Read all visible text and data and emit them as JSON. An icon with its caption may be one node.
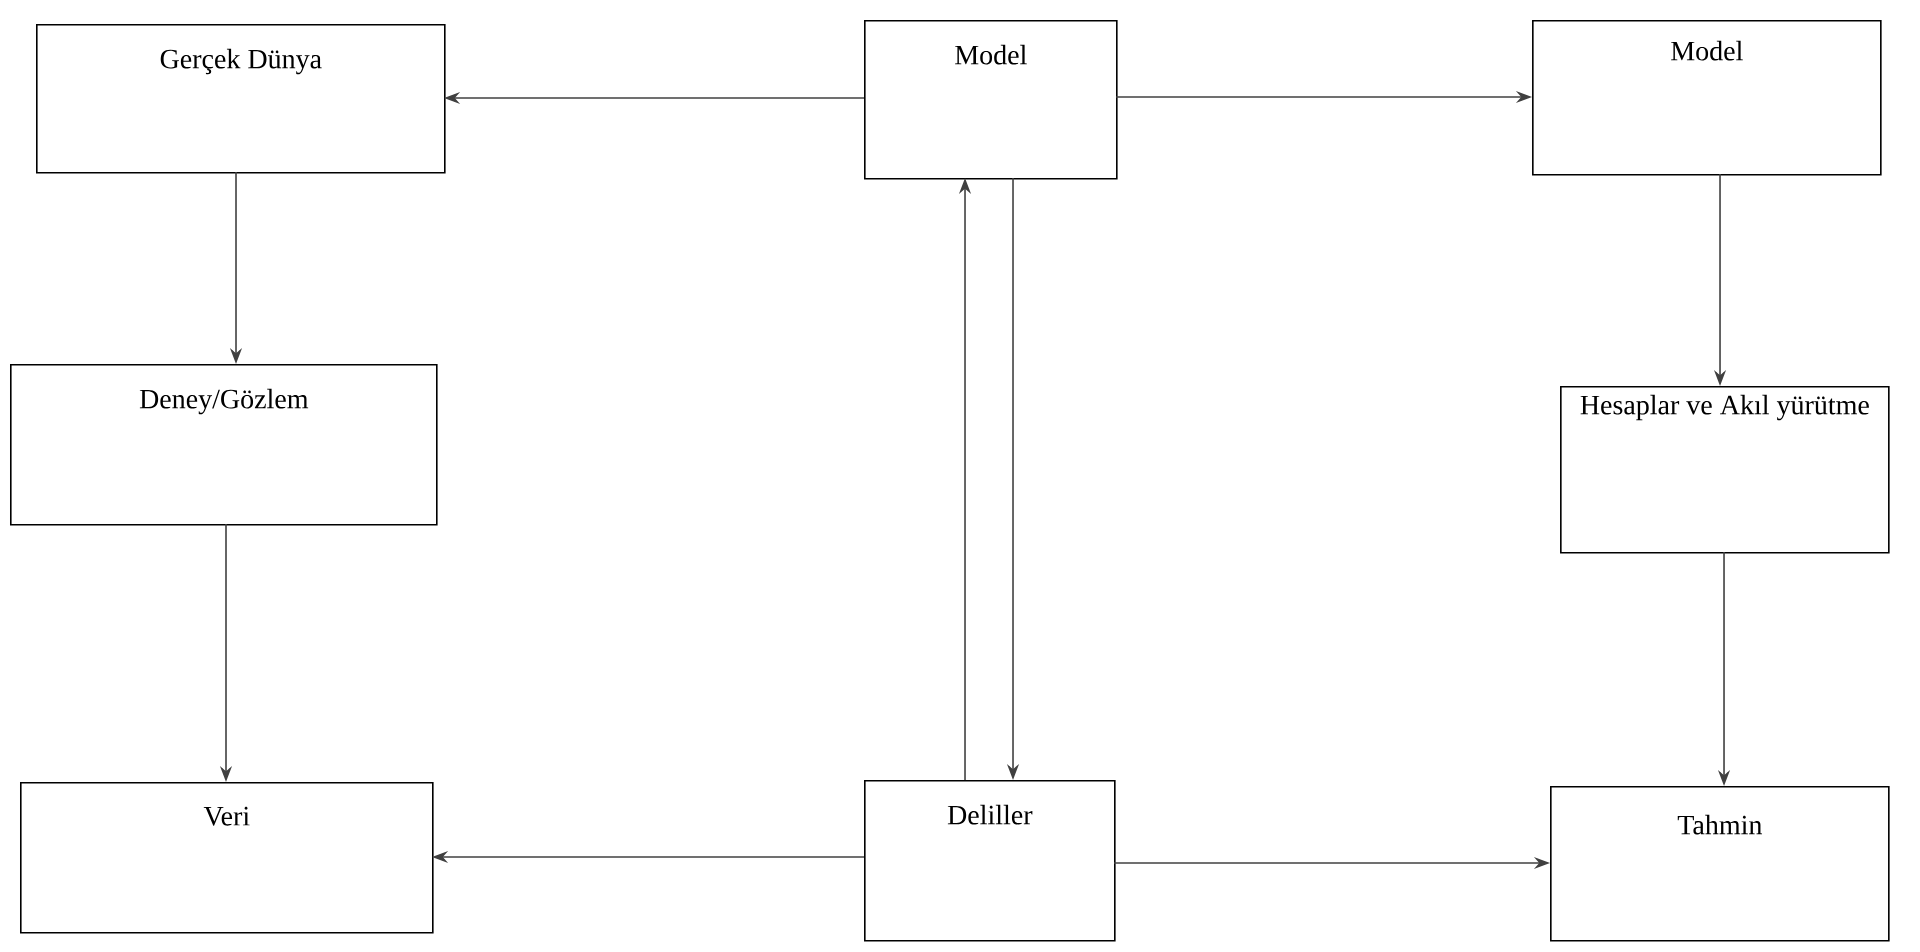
{
  "diagram": {
    "nodes": [
      {
        "text": [
          "Gerçek Dünya"
        ]
      },
      {
        "text": [
          "Model"
        ]
      },
      {
        "text": [
          "Model"
        ]
      },
      {
        "text": [
          "Deney/Gözlem"
        ]
      },
      {
        "text": [
          "Hesaplar ve Akıl yürütme"
        ]
      },
      {
        "text": [
          "Veri"
        ]
      },
      {
        "text": [
          "Deliller"
        ]
      },
      {
        "text": [
          "Tahmin"
        ]
      }
    ],
    "edges": [
      {
        "from": 1,
        "to": 0,
        "arrow": "to"
      },
      {
        "from": 1,
        "to": 2,
        "arrow": "to"
      },
      {
        "from": 0,
        "to": 3,
        "arrow": "to"
      },
      {
        "from": 3,
        "to": 5,
        "arrow": "to"
      },
      {
        "from": 2,
        "to": 4,
        "arrow": "to"
      },
      {
        "from": 4,
        "to": 7,
        "arrow": "to"
      },
      {
        "from": 6,
        "to": 1,
        "arrow": "to"
      },
      {
        "from": 1,
        "to": 6,
        "arrow": "to"
      },
      {
        "from": 6,
        "to": 5,
        "arrow": "to"
      },
      {
        "from": 6,
        "to": 7,
        "arrow": "to"
      }
    ]
  }
}
